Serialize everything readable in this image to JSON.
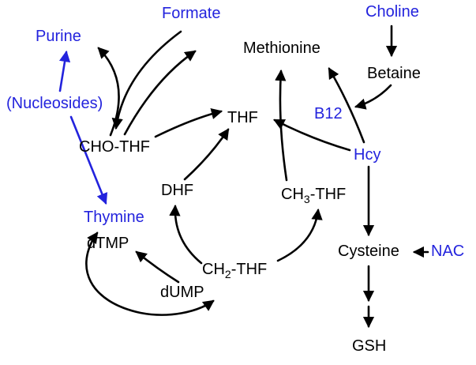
{
  "diagram": {
    "colors": {
      "background": "#ffffff",
      "text_black": "#000000",
      "text_blue": "#2323dd"
    },
    "nodes": {
      "formate": {
        "label": "Formate"
      },
      "choline": {
        "label": "Choline"
      },
      "purine": {
        "label": "Purine"
      },
      "methionine": {
        "label": "Methionine"
      },
      "betaine": {
        "label": "Betaine"
      },
      "nucleosides": {
        "label": "(Nucleosides)"
      },
      "b12": {
        "label": "B12"
      },
      "thf": {
        "label": "THF"
      },
      "cho_thf": {
        "label": "CHO-THF"
      },
      "hcy": {
        "label": "Hcy"
      },
      "dhf": {
        "label": "DHF"
      },
      "ch3_thf": {
        "pre": "CH",
        "sub": "3",
        "post": "-THF"
      },
      "thymine": {
        "label": "Thymine"
      },
      "dtmp": {
        "label": "dTMP"
      },
      "cysteine": {
        "label": "Cysteine"
      },
      "nac": {
        "label": "NAC"
      },
      "ch2_thf": {
        "pre": "CH",
        "sub": "2",
        "post": "-THF"
      },
      "dump": {
        "label": "dUMP"
      },
      "gsh": {
        "label": "GSH"
      }
    }
  }
}
